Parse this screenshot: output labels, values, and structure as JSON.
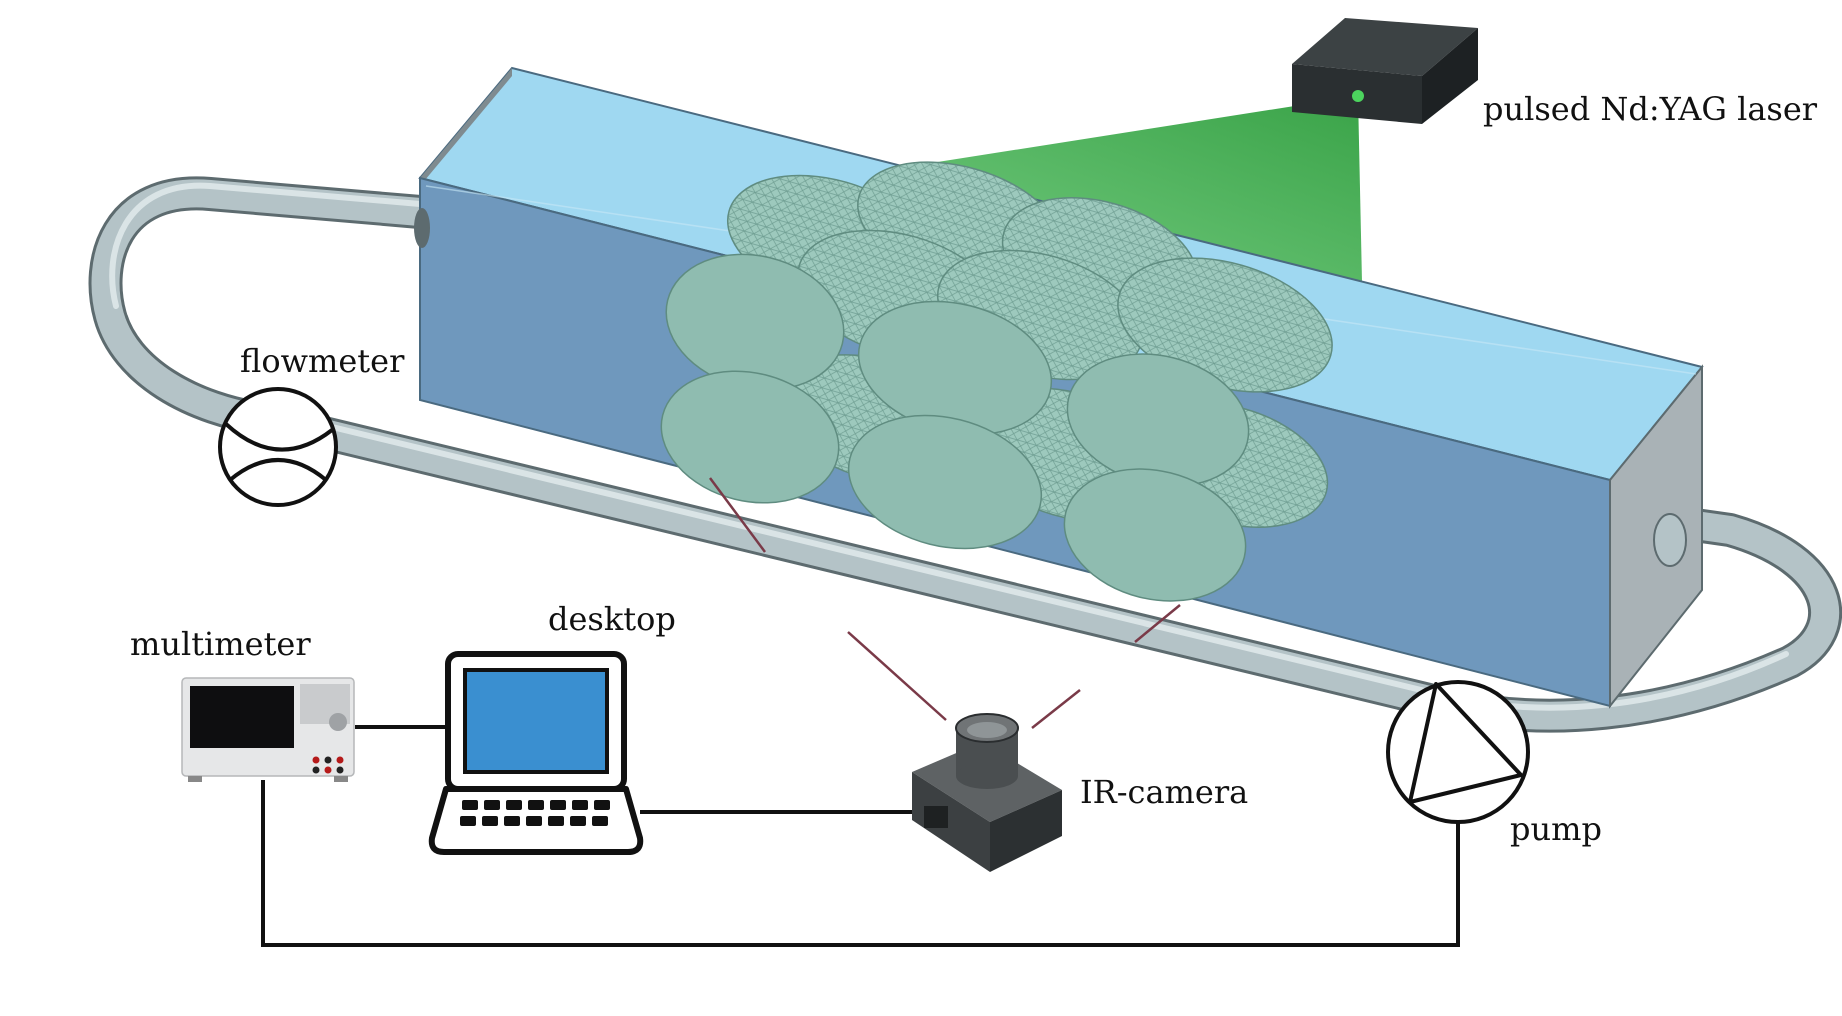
{
  "labels": {
    "laser": "pulsed Nd:YAG laser",
    "flowmeter": "flowmeter",
    "multimeter": "multimeter",
    "desktop": "desktop",
    "ir_camera": "IR-camera",
    "pump": "pump"
  },
  "components": [
    {
      "name": "laser",
      "icon": "laser-box-icon"
    },
    {
      "name": "test-section",
      "icon": "transparent-channel-icon"
    },
    {
      "name": "packed-spheroids",
      "icon": "mesh-ellipsoid-icon"
    },
    {
      "name": "flowmeter",
      "icon": "flowmeter-symbol-icon"
    },
    {
      "name": "pump",
      "icon": "pump-symbol-icon"
    },
    {
      "name": "multimeter",
      "icon": "multimeter-icon"
    },
    {
      "name": "desktop",
      "icon": "laptop-icon"
    },
    {
      "name": "ir-camera",
      "icon": "camera-icon"
    }
  ],
  "colors": {
    "pipe": "#b4c3c7",
    "pipe_edge": "#5d6b6f",
    "channel_top": "#9fd8f1",
    "channel_front": "#6f98bd",
    "channel_end": "#a9b2b6",
    "laser_sheet": "#3fb34f",
    "spheroid": "#8fbcb0",
    "wire": "#111111",
    "sightline": "#7a3a48",
    "laptop_screen": "#3a8fd0"
  }
}
